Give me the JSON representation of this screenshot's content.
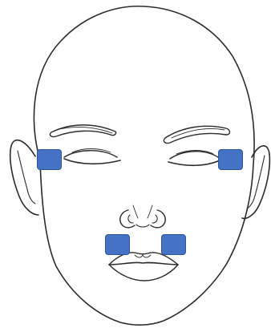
{
  "diagram": {
    "subject": "face-line-drawing",
    "line_color": "#2b2b2b",
    "background_color": "#ffffff",
    "marker_fill": "#4472c4",
    "marker_border": "#2f5597",
    "markers": [
      {
        "id": "m-left-eye",
        "name": "left-eye-corner-marker"
      },
      {
        "id": "m-right-eye",
        "name": "right-eye-corner-marker"
      },
      {
        "id": "m-left-lip",
        "name": "upper-lip-left-marker"
      },
      {
        "id": "m-right-lip",
        "name": "upper-lip-right-marker"
      }
    ]
  }
}
